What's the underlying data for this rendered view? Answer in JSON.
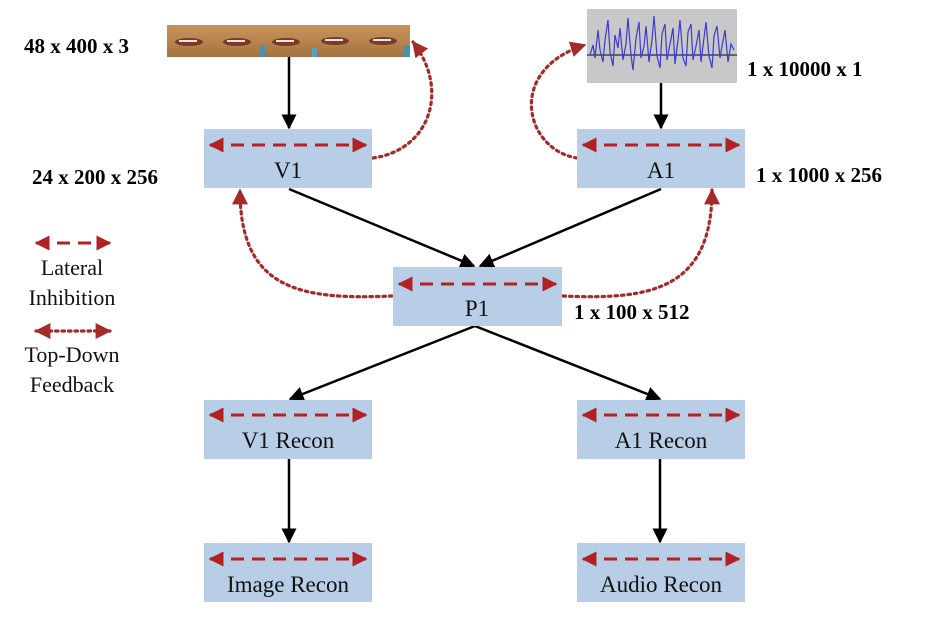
{
  "nodes": {
    "v1": "V1",
    "a1": "A1",
    "p1": "P1",
    "v1_recon": "V1 Recon",
    "a1_recon": "A1 Recon",
    "image_recon": "Image Recon",
    "audio_recon": "Audio Recon"
  },
  "dims": {
    "video_input": "48 x 400 x 3",
    "audio_input": "1 x 10000 x 1",
    "v1": "24 x 200 x 256",
    "a1": "1 x 1000 x 256",
    "p1": "1 x 100 x 512"
  },
  "legend": {
    "lateral_line1": "Lateral",
    "lateral_line2": "Inhibition",
    "topdown_line1": "Top-Down",
    "topdown_line2": "Feedback"
  },
  "colors": {
    "node_fill": "#b8cde6",
    "lateral_arrow": "#b22222",
    "feedback_arrow": "#a52a2a",
    "forward_arrow": "#000000"
  }
}
